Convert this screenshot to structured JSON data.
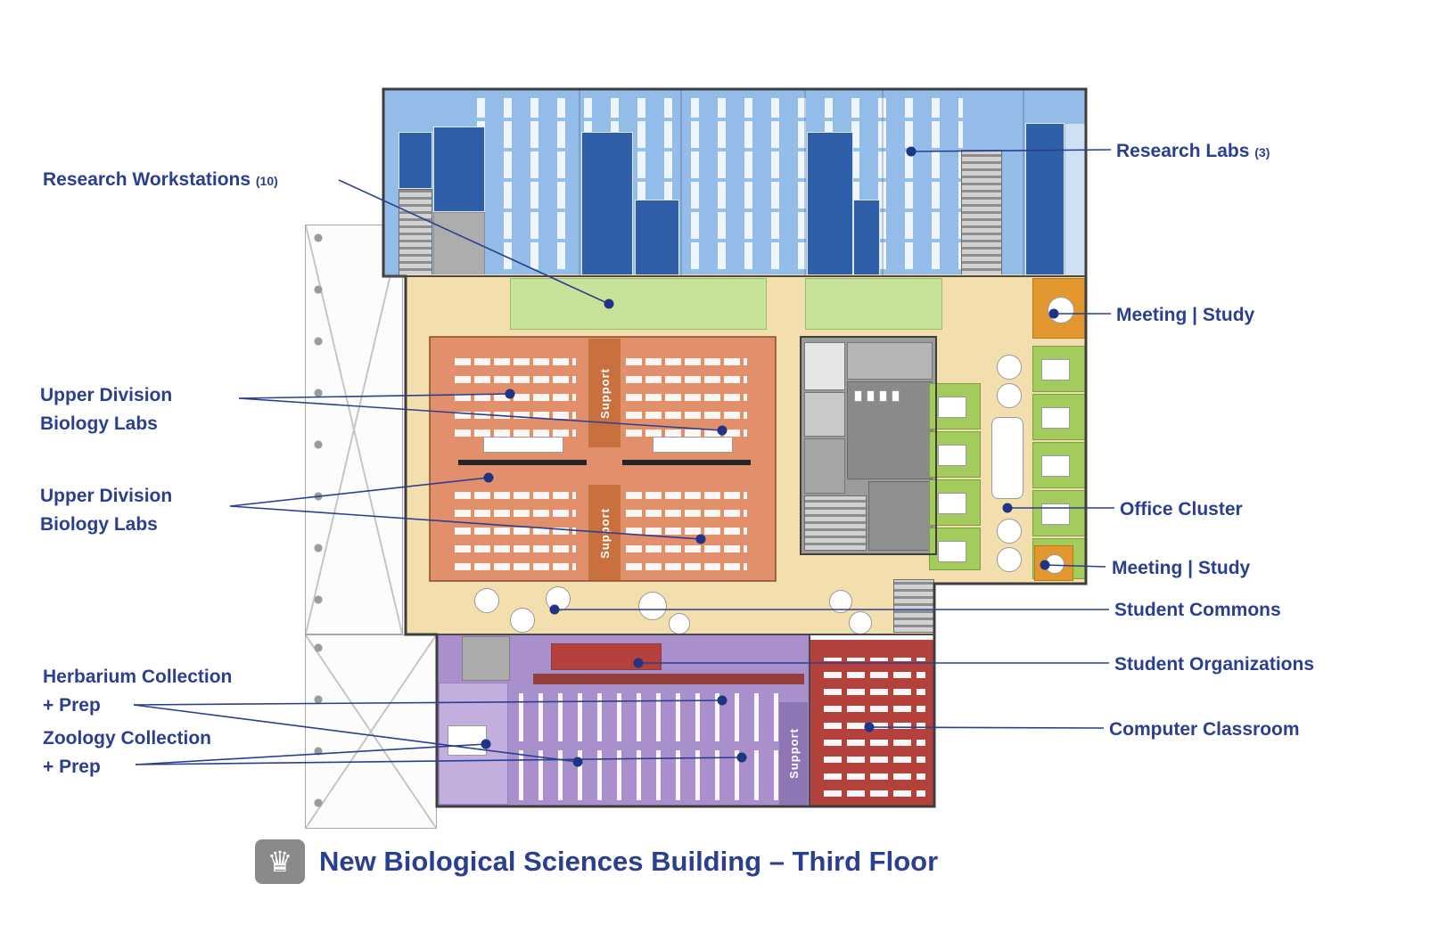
{
  "title": "New Biological Sciences Building – Third Floor",
  "icons": {
    "crown_logo": "♛"
  },
  "callouts": {
    "research_workstations": {
      "label": "Research Workstations",
      "count": "(10)"
    },
    "research_labs": {
      "label": "Research Labs",
      "count": "(3)"
    },
    "meeting_study_top": {
      "label": "Meeting | Study"
    },
    "upper_division_labs_a": {
      "label_line1": "Upper Division",
      "label_line2": "Biology Labs"
    },
    "upper_division_labs_b": {
      "label_line1": "Upper Division",
      "label_line2": "Biology Labs"
    },
    "herbarium_collection": {
      "label_line1": "Herbarium Collection",
      "label_line2": "+ Prep"
    },
    "zoology_collection": {
      "label_line1": "Zoology Collection",
      "label_line2": "+ Prep"
    },
    "office_cluster": {
      "label": "Office Cluster"
    },
    "meeting_study_bottom": {
      "label": "Meeting | Study"
    },
    "student_commons": {
      "label": "Student Commons"
    },
    "student_organizations": {
      "label": "Student Organizations"
    },
    "computer_classroom": {
      "label": "Computer Classroom"
    }
  },
  "plan_labels": {
    "support_upper": "Support",
    "support_lower": "Support",
    "support_collections": "Support"
  },
  "legend_colors": {
    "research_lab_blue": "#93BCE8",
    "research_lab_dark_blue": "#2E5FA8",
    "workstation_green": "#C7E39A",
    "circulation_tan": "#F3DFAD",
    "biology_lab_salmon": "#E2906C",
    "support_orange": "#C9703F",
    "core_gray": "#9B9B9B",
    "office_green": "#A3CC5C",
    "meeting_orange": "#E2972F",
    "collections_purple": "#A98FCC",
    "classroom_red": "#B5413C",
    "label_navy": "#2B3F90"
  }
}
